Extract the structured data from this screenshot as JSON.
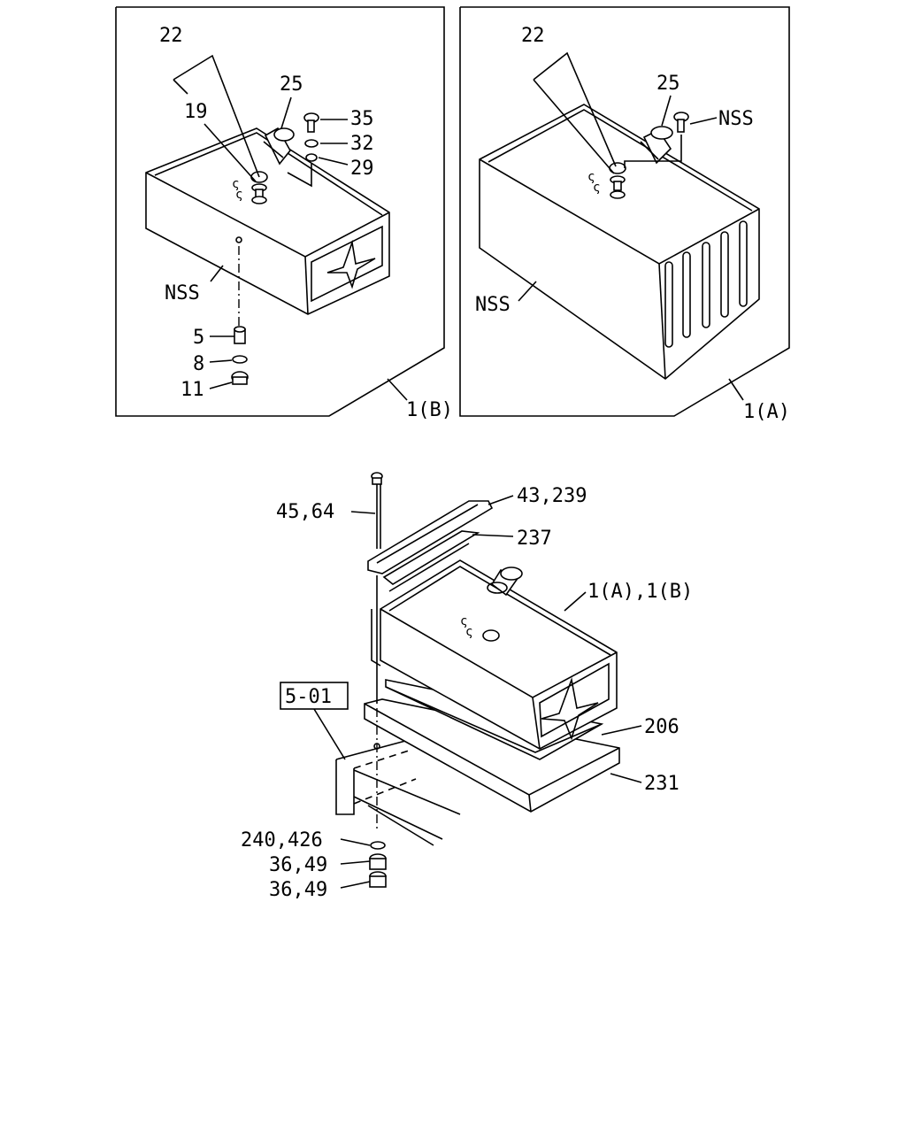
{
  "diagram": {
    "panel_b": {
      "ref_label": "1(B)",
      "callouts": {
        "c22": "22",
        "c25": "25",
        "c19": "19",
        "c35": "35",
        "c32": "32",
        "c29": "29",
        "nss": "NSS",
        "c5": "5",
        "c8": "8",
        "c11": "11"
      }
    },
    "panel_a": {
      "ref_label": "1(A)",
      "callouts": {
        "c22": "22",
        "c25": "25",
        "nss_screw": "NSS",
        "nss": "NSS"
      }
    },
    "main": {
      "callouts": {
        "c4564": "45,64",
        "c43239": "43,239",
        "c237": "237",
        "tank": "1(A),1(B)",
        "ref_box": "5-01",
        "c206": "206",
        "c231": "231",
        "c240426": "240,426",
        "c3649a": "36,49",
        "c3649b": "36,49"
      }
    }
  }
}
